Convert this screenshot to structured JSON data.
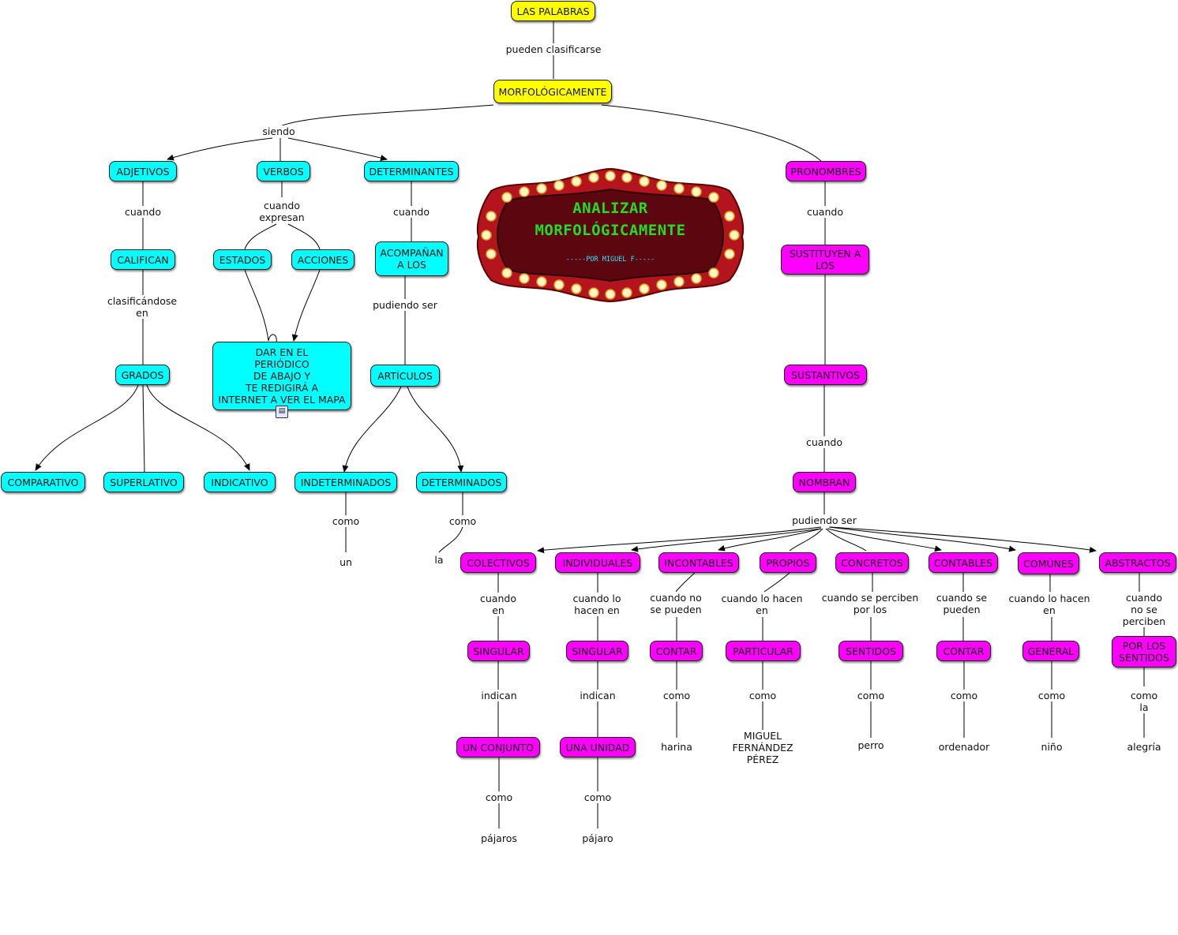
{
  "nodes": {
    "las_palabras": "LAS PALABRAS",
    "morfologicamente": "MORFOLÓGICAMENTE",
    "adjetivos": "ADJETIVOS",
    "verbos": "VERBOS",
    "determinantes": "DETERMINANTES",
    "pronombres": "PRONOMBRES",
    "califican": "CALIFICAN",
    "estados": "ESTADOS",
    "acciones": "ACCIONES",
    "acompanan": "ACOMPAÑAN\nA LOS",
    "sustituyen": "SUSTITUYEN A\nLOS",
    "grados": "GRADOS",
    "dar_en": "DAR EN EL\nPERIÓDICO\nDE ABAJO Y\nTE REDIGIRÁ A\nINTERNET A VER EL MAPA",
    "articulos": "ARTÍCULOS",
    "sustantivos": "SUSTANTIVOS",
    "comparativo": "COMPARATIVO",
    "superlativo": "SUPERLATIVO",
    "indicativo": "INDICATIVO",
    "indeterminados": "INDETERMINADOS",
    "determinados": "DETERMINADOS",
    "nombran": "NOMBRAN",
    "colectivos": "COLECTIVOS",
    "individuales": "INDIVIDUALES",
    "incontables": "INCONTABLES",
    "propios": "PROPIOS",
    "concretos": "CONCRETOS",
    "contables": "CONTABLES",
    "comunes": "COMÚNES",
    "abstractos": "ABSTRACTOS",
    "singular_1": "SINGULAR",
    "singular_2": "SINGULAR",
    "contar_1": "CONTAR",
    "particular": "PARTICULAR",
    "sentidos": "SENTIDOS",
    "contar_2": "CONTAR",
    "general": "GENERAL",
    "por_los_sentidos": "POR LOS\nSENTIDOS",
    "un_conjunto": "UN CONJUNTO",
    "una_unidad": "UNA UNIDAD"
  },
  "labels": {
    "pueden_clasificarse": "pueden clasificarse",
    "siendo": "siendo",
    "cuando_adj": "cuando",
    "cuando_expresan": "cuando\nexpresan",
    "cuando_det": "cuando",
    "cuando_pron": "cuando",
    "clasificandose_en": "clasificándose\nen",
    "pudiendo_ser_det": "pudiendo ser",
    "cuando_sust": "cuando",
    "pudiendo_ser_nom": "pudiendo ser",
    "como_indet": "como",
    "como_det": "como",
    "un": "un",
    "la": "la",
    "cuando_en": "cuando\nen",
    "cuando_lo_hacen_en": "cuando lo\nhacen en",
    "cuando_no_se_pueden": "cuando no\nse pueden",
    "cuando_lo_hacen_en_2": "cuando lo hacen\nen",
    "cuando_se_perciben": "cuando se perciben\npor los",
    "cuando_se_pueden": "cuando se\npueden",
    "cuando_lo_hacen_en_3": "cuando lo hacen\nen",
    "cuando_no_se_perciben": "cuando no se\nperciben",
    "indican_1": "indican",
    "indican_2": "indican",
    "como_1": "como",
    "como_2": "como",
    "como_3": "como",
    "como_4": "como",
    "como_5": "como",
    "como_la": "como la",
    "como_6": "como",
    "como_7": "como",
    "harina": "harina",
    "miguel": "MIGUEL\nFERNÁNDEZ\nPÉREZ",
    "perro": "perro",
    "ordenador": "ordenador",
    "nino": "niño",
    "alegria": "alegría",
    "pajaros": "pájaros",
    "pajaro": "pájaro"
  },
  "banner": {
    "title": "ANALIZAR\nMORFOLÓGICAMENTE",
    "subtitle": "-----POR MIGUEL F-----"
  },
  "colors": {
    "root": "#ffff00",
    "left_branch": "#00ffff",
    "right_branch": "#ff00ff",
    "banner_red": "#8b0a14",
    "banner_title": "#22dd22"
  },
  "icons": {
    "document": "document-icon"
  }
}
